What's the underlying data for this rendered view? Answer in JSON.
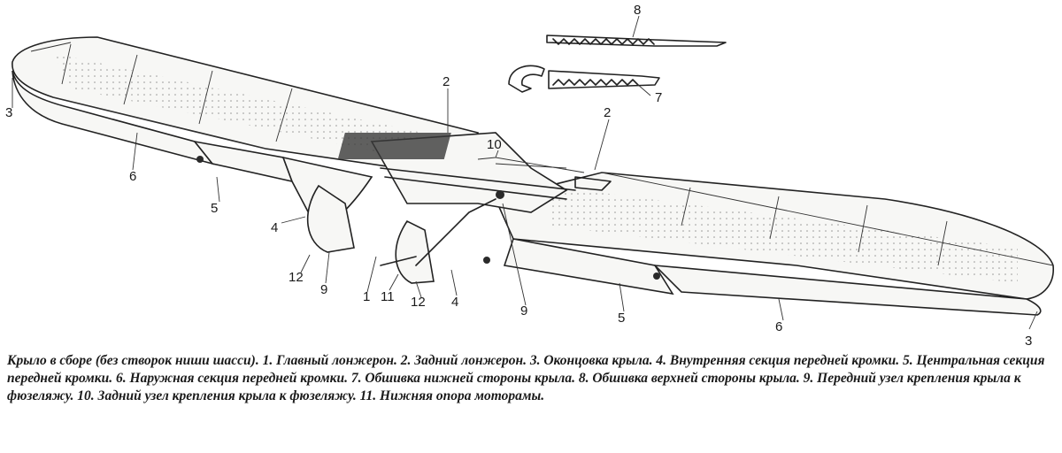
{
  "callouts": {
    "c1": "1",
    "c2a": "2",
    "c2b": "2",
    "c3a": "3",
    "c3b": "3",
    "c4a": "4",
    "c4b": "4",
    "c5a": "5",
    "c5b": "5",
    "c6a": "6",
    "c6b": "6",
    "c7": "7",
    "c8": "8",
    "c9a": "9",
    "c9b": "9",
    "c10": "10",
    "c11": "11",
    "c12a": "12",
    "c12b": "12"
  },
  "caption": "Крыло в сборе (без створок ниши шасси). 1. Главный лонжерон. 2. Задний лонжерон. 3. Оконцовка крыла. 4. Внутренняя секция передней кромки. 5. Центральная секция передней кромки. 6. Наружная секция передней кромки. 7. Обшивка нижней стороны крыла. 8. Обшивка верхней стороны крыла. 9. Передний узел крепления крыла к фюзеляжу. 10. Задний узел крепления крыла к фюзеляжу. 11. Нижняя опора моторамы."
}
